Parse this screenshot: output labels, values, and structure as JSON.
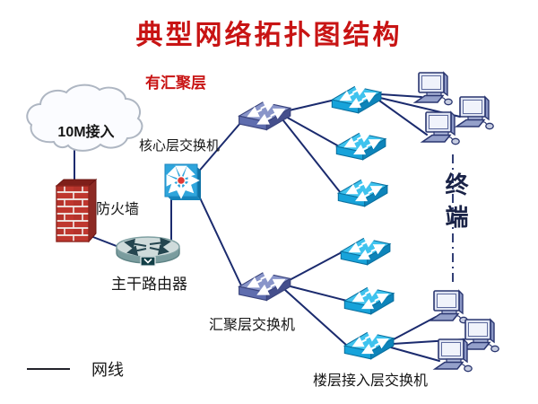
{
  "title": "典型网络拓扑图结构",
  "subtitle": "有汇聚层",
  "labels": {
    "cloud": "10M接入",
    "firewall": "防火墙",
    "router": "主干路由器",
    "core": "核心层交换机",
    "aggregation": "汇聚层交换机",
    "floor_access": "楼层接入层交换机",
    "terminal": "终端",
    "cable": "网线"
  },
  "icons": {
    "internet_cloud": "cloud-icon",
    "firewall": "firewall-brick-icon",
    "router": "router-cylinder-icon",
    "core_switch": "layer3-switch-icon",
    "aggregation_switch": "switch-3d-icon",
    "access_switch": "switch-3d-icon",
    "terminal_pc": "computer-icon"
  },
  "counts": {
    "aggregation_switches": 2,
    "access_switches": 6,
    "terminal_pcs": 6
  },
  "topology": [
    {
      "from": "internet_cloud",
      "to": "firewall"
    },
    {
      "from": "firewall",
      "to": "router"
    },
    {
      "from": "router",
      "to": "core_switch"
    },
    {
      "from": "core_switch",
      "to": "aggregation_switch_upper"
    },
    {
      "from": "core_switch",
      "to": "aggregation_switch_lower"
    },
    {
      "from": "aggregation_switch_upper",
      "to": "access_switch_1"
    },
    {
      "from": "aggregation_switch_upper",
      "to": "access_switch_2"
    },
    {
      "from": "aggregation_switch_upper",
      "to": "access_switch_3"
    },
    {
      "from": "aggregation_switch_lower",
      "to": "access_switch_4"
    },
    {
      "from": "aggregation_switch_lower",
      "to": "access_switch_5"
    },
    {
      "from": "aggregation_switch_lower",
      "to": "access_switch_6"
    },
    {
      "from": "access_switch_1",
      "to": "pc_1"
    },
    {
      "from": "access_switch_1",
      "to": "pc_2"
    },
    {
      "from": "access_switch_1",
      "to": "pc_3"
    },
    {
      "from": "access_switch_6",
      "to": "pc_4"
    },
    {
      "from": "access_switch_6",
      "to": "pc_5"
    },
    {
      "from": "access_switch_6",
      "to": "pc_6"
    }
  ],
  "colors": {
    "title_red": "#c81414",
    "cable_navy": "#1b2b6e",
    "switch_cyan": "#17a3da",
    "switch_slate": "#5f6dae",
    "firewall_brick_red": "#bf372e",
    "router_teal": "#7a9c9e",
    "core_switch_blue": "#2fa5dc",
    "terminal_text_navy": "#1a2347"
  }
}
